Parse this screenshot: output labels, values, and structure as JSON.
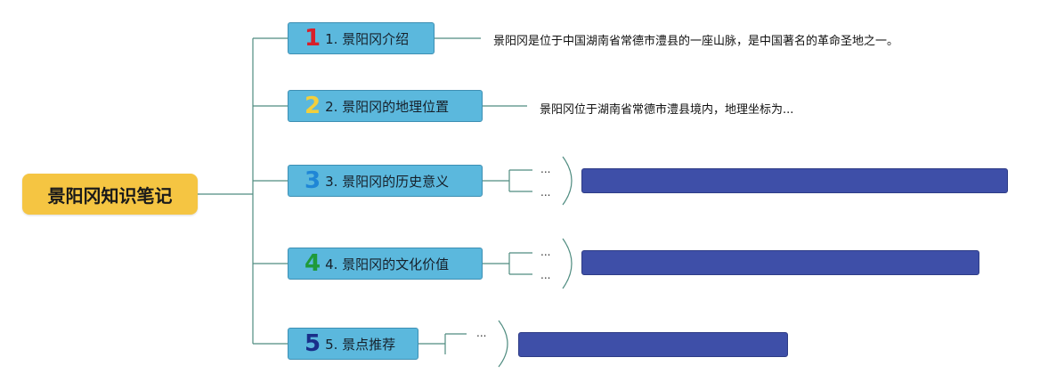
{
  "root": {
    "label": "景阳冈知识笔记",
    "color": "#f5c542"
  },
  "topics": [
    {
      "number": "1",
      "number_color": "#d81f2a",
      "label": "1. 景阳冈介绍",
      "description": "景阳冈是位于中国湖南省常德市澧县的一座山脉，是中国著名的革命圣地之一。"
    },
    {
      "number": "2",
      "number_color": "#f2cf3c",
      "label": "2. 景阳冈的地理位置",
      "description": "景阳冈位于湖南省常德市澧县境内，地理坐标为..."
    },
    {
      "number": "3",
      "number_color": "#1f86d6",
      "label": "3. 景阳冈的历史意义",
      "children": [
        "...",
        "..."
      ]
    },
    {
      "number": "4",
      "number_color": "#1f9a3a",
      "label": "4. 景阳冈的文化价值",
      "children": [
        "...",
        "..."
      ]
    },
    {
      "number": "5",
      "number_color": "#1a2f8a",
      "label": "5. 景点推荐",
      "children": [
        "..."
      ]
    }
  ],
  "colors": {
    "topic_fill": "#5bb8dd",
    "note_fill": "#3e4fa8",
    "line": "#4f8c80"
  }
}
